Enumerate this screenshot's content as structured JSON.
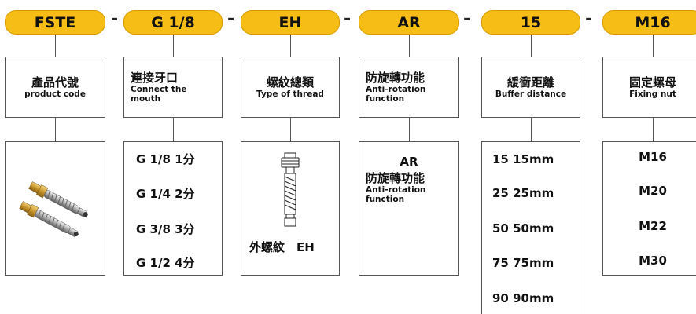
{
  "codes": [
    "FSTE",
    "G 1/8",
    "EH",
    "AR",
    "15",
    "M16"
  ],
  "separator": "-",
  "headers": [
    {
      "zh": "產品代號",
      "en": "product code"
    },
    {
      "zh": "連接牙口",
      "en": "Connect the mouth"
    },
    {
      "zh": "螺紋總類",
      "en": "Type of thread"
    },
    {
      "zh": "防旋轉功能",
      "en": "Anti-rotation function"
    },
    {
      "zh": "緩衝距離",
      "en": "Buffer distance"
    },
    {
      "zh": "固定螺母",
      "en": "Fixing nut"
    }
  ],
  "connect_options": [
    "G 1/8  1分",
    "G 1/4  2分",
    "G 3/8  3分",
    "G 1/2  4分"
  ],
  "thread_label": "外螺紋　EH",
  "antirotation": {
    "code": "AR",
    "zh": "防旋轉功能",
    "en": "Anti-rotation function"
  },
  "buffer_options": [
    "15  15mm",
    "25  25mm",
    "50  50mm",
    "75  75mm",
    "90  90mm"
  ],
  "nut_options": [
    "M16",
    "M20",
    "M22",
    "M30"
  ],
  "colors": {
    "pill": "#f6bd16",
    "line": "#555555"
  },
  "icons": {
    "product": "buffer-spring-fitting-photo",
    "thread": "external-thread-bolt-icon"
  }
}
